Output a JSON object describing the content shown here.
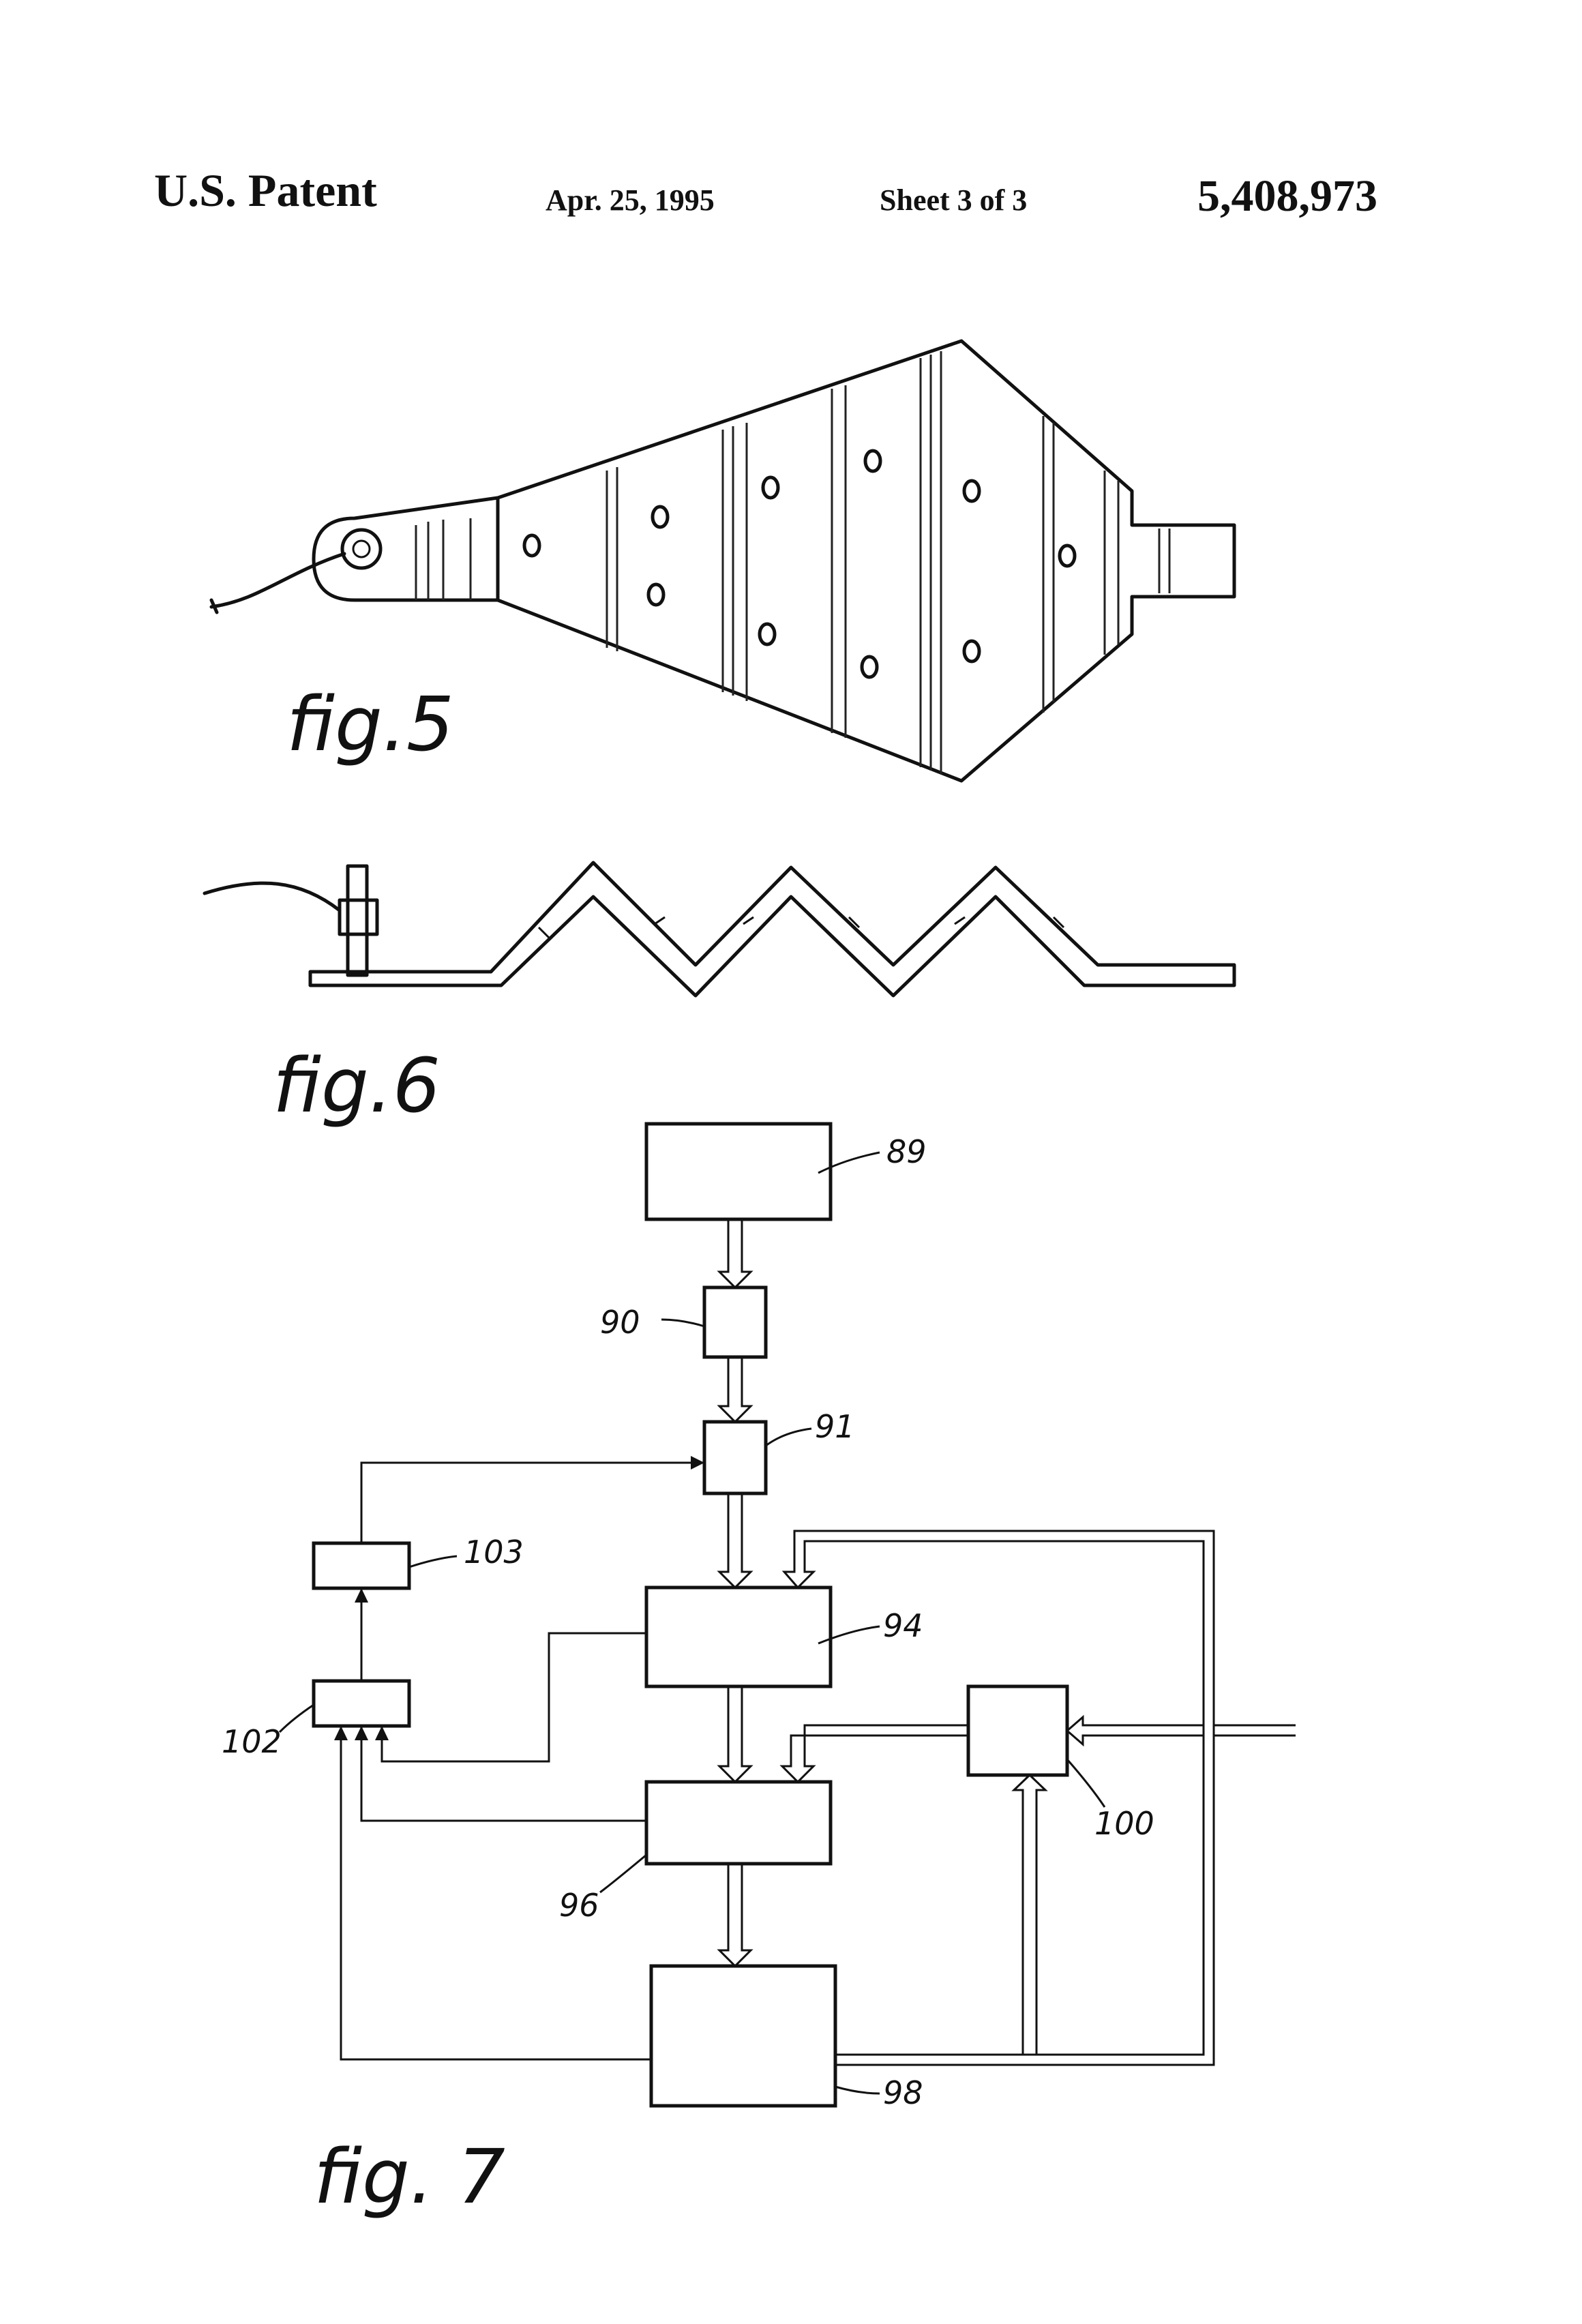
{
  "header": {
    "left": "U.S. Patent",
    "date": "Apr. 25, 1995",
    "sheet": "Sheet 3 of 3",
    "patent_number": "5,408,973"
  },
  "figures": {
    "fig5": {
      "label": "fig.5"
    },
    "fig6": {
      "label": "fig.6"
    },
    "fig7": {
      "label": "fig. 7",
      "blocks": {
        "b89": "89",
        "b90": "90",
        "b91": "91",
        "b94": "94",
        "b96": "96",
        "b98": "98",
        "b100": "100",
        "b102": "102",
        "b103": "103"
      }
    }
  }
}
